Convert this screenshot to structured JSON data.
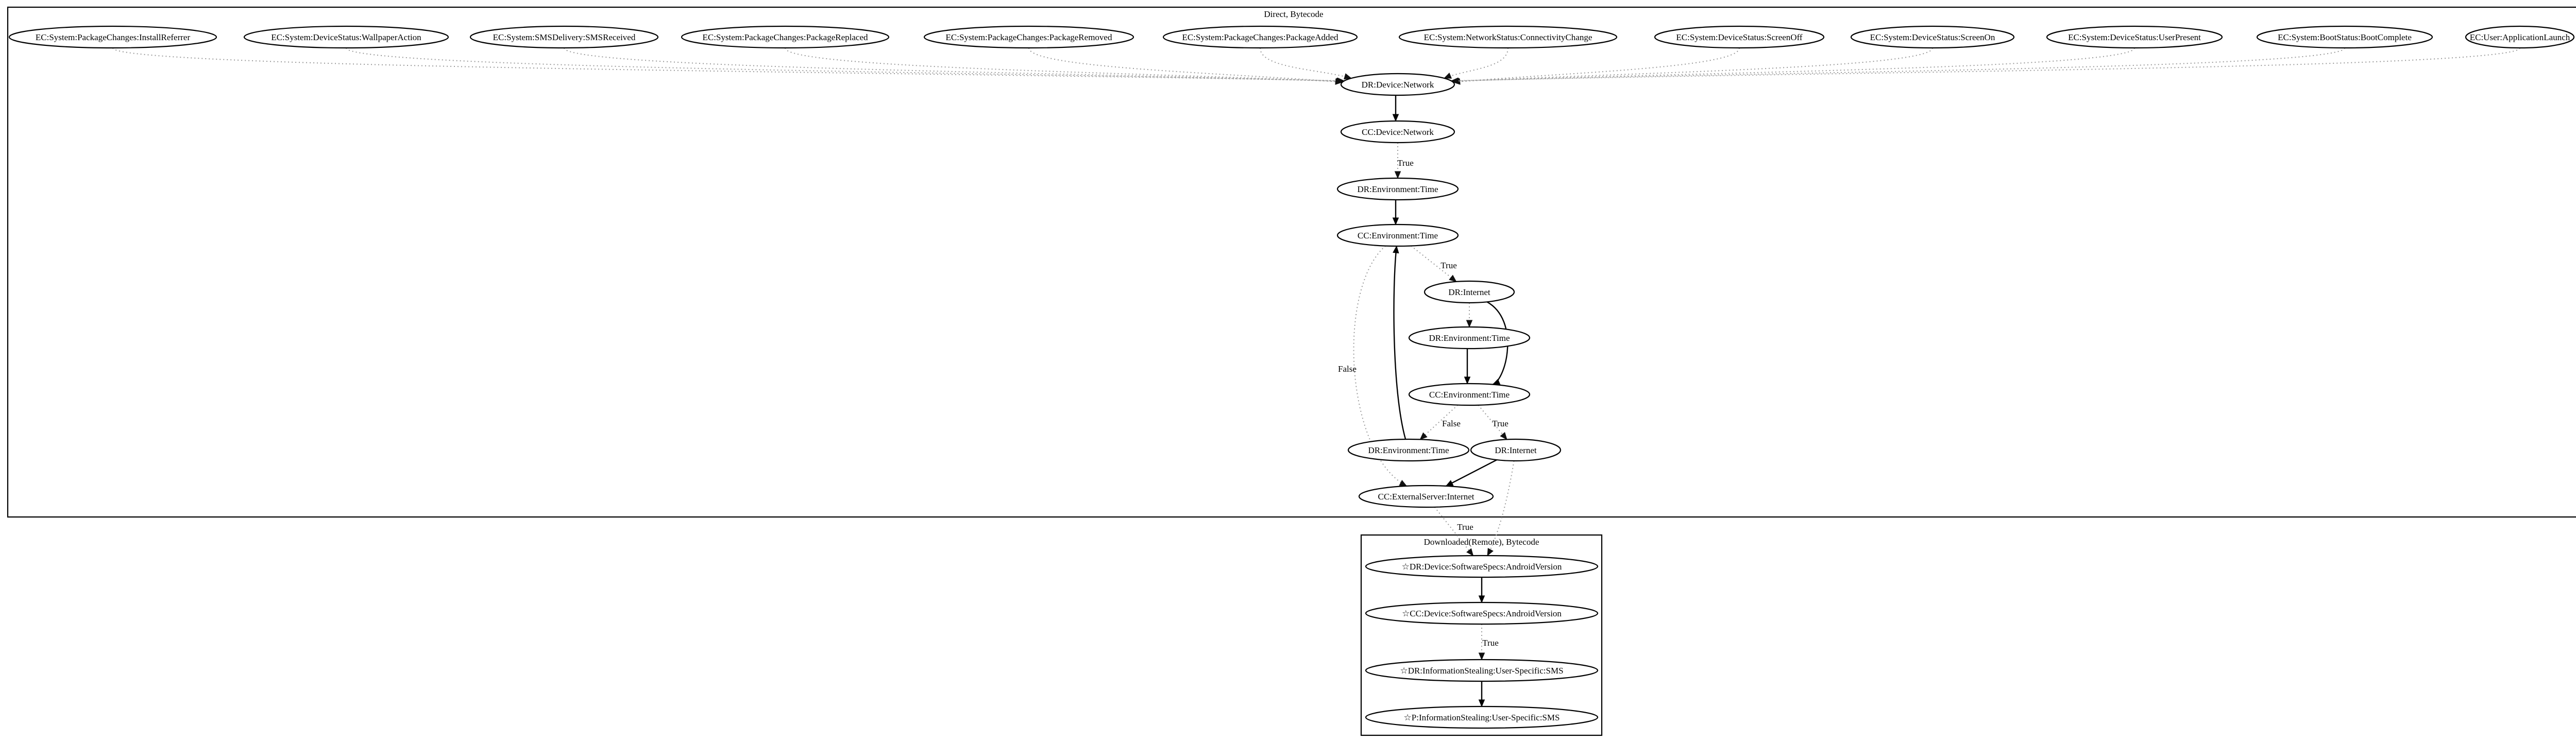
{
  "clusters": [
    {
      "id": "direct",
      "label": "Direct, Bytecode"
    },
    {
      "id": "downloaded",
      "label": "Downloaded(Remote), Bytecode"
    }
  ],
  "nodes": [
    {
      "id": "ec_install",
      "label": "EC:System:PackageChanges:InstallReferrer"
    },
    {
      "id": "ec_wallpaper",
      "label": "EC:System:DeviceStatus:WallpaperAction"
    },
    {
      "id": "ec_sms",
      "label": "EC:System:SMSDelivery:SMSReceived"
    },
    {
      "id": "ec_replaced",
      "label": "EC:System:PackageChanges:PackageReplaced"
    },
    {
      "id": "ec_removed",
      "label": "EC:System:PackageChanges:PackageRemoved"
    },
    {
      "id": "ec_added",
      "label": "EC:System:PackageChanges:PackageAdded"
    },
    {
      "id": "ec_conn",
      "label": "EC:System:NetworkStatus:ConnectivityChange"
    },
    {
      "id": "ec_screenoff",
      "label": "EC:System:DeviceStatus:ScreenOff"
    },
    {
      "id": "ec_screenon",
      "label": "EC:System:DeviceStatus:ScreenOn"
    },
    {
      "id": "ec_userpresent",
      "label": "EC:System:DeviceStatus:UserPresent"
    },
    {
      "id": "ec_boot",
      "label": "EC:System:BootStatus:BootComplete"
    },
    {
      "id": "ec_launch",
      "label": "EC:User:ApplicationLaunch"
    },
    {
      "id": "dr_network",
      "label": "DR:Device:Network"
    },
    {
      "id": "cc_network",
      "label": "CC:Device:Network"
    },
    {
      "id": "dr_time1",
      "label": "DR:Environment:Time"
    },
    {
      "id": "cc_time1",
      "label": "CC:Environment:Time"
    },
    {
      "id": "dr_internet1",
      "label": "DR:Internet"
    },
    {
      "id": "dr_time2",
      "label": "DR:Environment:Time"
    },
    {
      "id": "cc_time2",
      "label": "CC:Environment:Time"
    },
    {
      "id": "dr_time3",
      "label": "DR:Environment:Time"
    },
    {
      "id": "dr_internet2",
      "label": "DR:Internet"
    },
    {
      "id": "cc_external",
      "label": "CC:ExternalServer:Internet"
    },
    {
      "id": "dr_android",
      "label": "☆DR:Device:SoftwareSpecs:AndroidVersion"
    },
    {
      "id": "cc_android",
      "label": "☆CC:Device:SoftwareSpecs:AndroidVersion"
    },
    {
      "id": "dr_stealsms",
      "label": "☆DR:InformationStealing:User-Specific:SMS"
    },
    {
      "id": "p_stealsms",
      "label": "☆P:InformationStealing:User-Specific:SMS"
    }
  ],
  "edges": [
    {
      "from": "ec_install",
      "to": "dr_network",
      "style": "dotted"
    },
    {
      "from": "ec_wallpaper",
      "to": "dr_network",
      "style": "dotted"
    },
    {
      "from": "ec_sms",
      "to": "dr_network",
      "style": "dotted"
    },
    {
      "from": "ec_replaced",
      "to": "dr_network",
      "style": "dotted"
    },
    {
      "from": "ec_removed",
      "to": "dr_network",
      "style": "dotted"
    },
    {
      "from": "ec_added",
      "to": "dr_network",
      "style": "dotted"
    },
    {
      "from": "ec_conn",
      "to": "dr_network",
      "style": "dotted"
    },
    {
      "from": "ec_screenoff",
      "to": "dr_network",
      "style": "dotted"
    },
    {
      "from": "ec_screenon",
      "to": "dr_network",
      "style": "dotted"
    },
    {
      "from": "ec_userpresent",
      "to": "dr_network",
      "style": "dotted"
    },
    {
      "from": "ec_boot",
      "to": "dr_network",
      "style": "dotted"
    },
    {
      "from": "ec_launch",
      "to": "dr_network",
      "style": "dotted"
    },
    {
      "from": "dr_network",
      "to": "cc_network",
      "style": "solid"
    },
    {
      "from": "cc_network",
      "to": "dr_time1",
      "style": "dotted",
      "label": "True"
    },
    {
      "from": "dr_time1",
      "to": "cc_time1",
      "style": "solid"
    },
    {
      "from": "cc_time1",
      "to": "dr_internet1",
      "style": "dotted",
      "label": "True"
    },
    {
      "from": "cc_time1",
      "to": "cc_external",
      "style": "dotted",
      "label": "False"
    },
    {
      "from": "dr_internet1",
      "to": "dr_time2",
      "style": "dotted"
    },
    {
      "from": "dr_internet1",
      "to": "cc_time2",
      "style": "solid"
    },
    {
      "from": "dr_time2",
      "to": "cc_time2",
      "style": "solid"
    },
    {
      "from": "cc_time2",
      "to": "dr_time3",
      "style": "dotted",
      "label": "False"
    },
    {
      "from": "cc_time2",
      "to": "dr_internet2",
      "style": "dotted",
      "label": "True"
    },
    {
      "from": "dr_time3",
      "to": "cc_time1",
      "style": "solid"
    },
    {
      "from": "dr_internet2",
      "to": "cc_external",
      "style": "solid"
    },
    {
      "from": "dr_internet2",
      "to": "dr_android",
      "style": "dotted"
    },
    {
      "from": "cc_external",
      "to": "dr_android",
      "style": "dotted",
      "label": "True"
    },
    {
      "from": "dr_android",
      "to": "cc_android",
      "style": "solid"
    },
    {
      "from": "cc_android",
      "to": "dr_stealsms",
      "style": "dotted",
      "label": "True"
    },
    {
      "from": "dr_stealsms",
      "to": "p_stealsms",
      "style": "solid"
    }
  ]
}
